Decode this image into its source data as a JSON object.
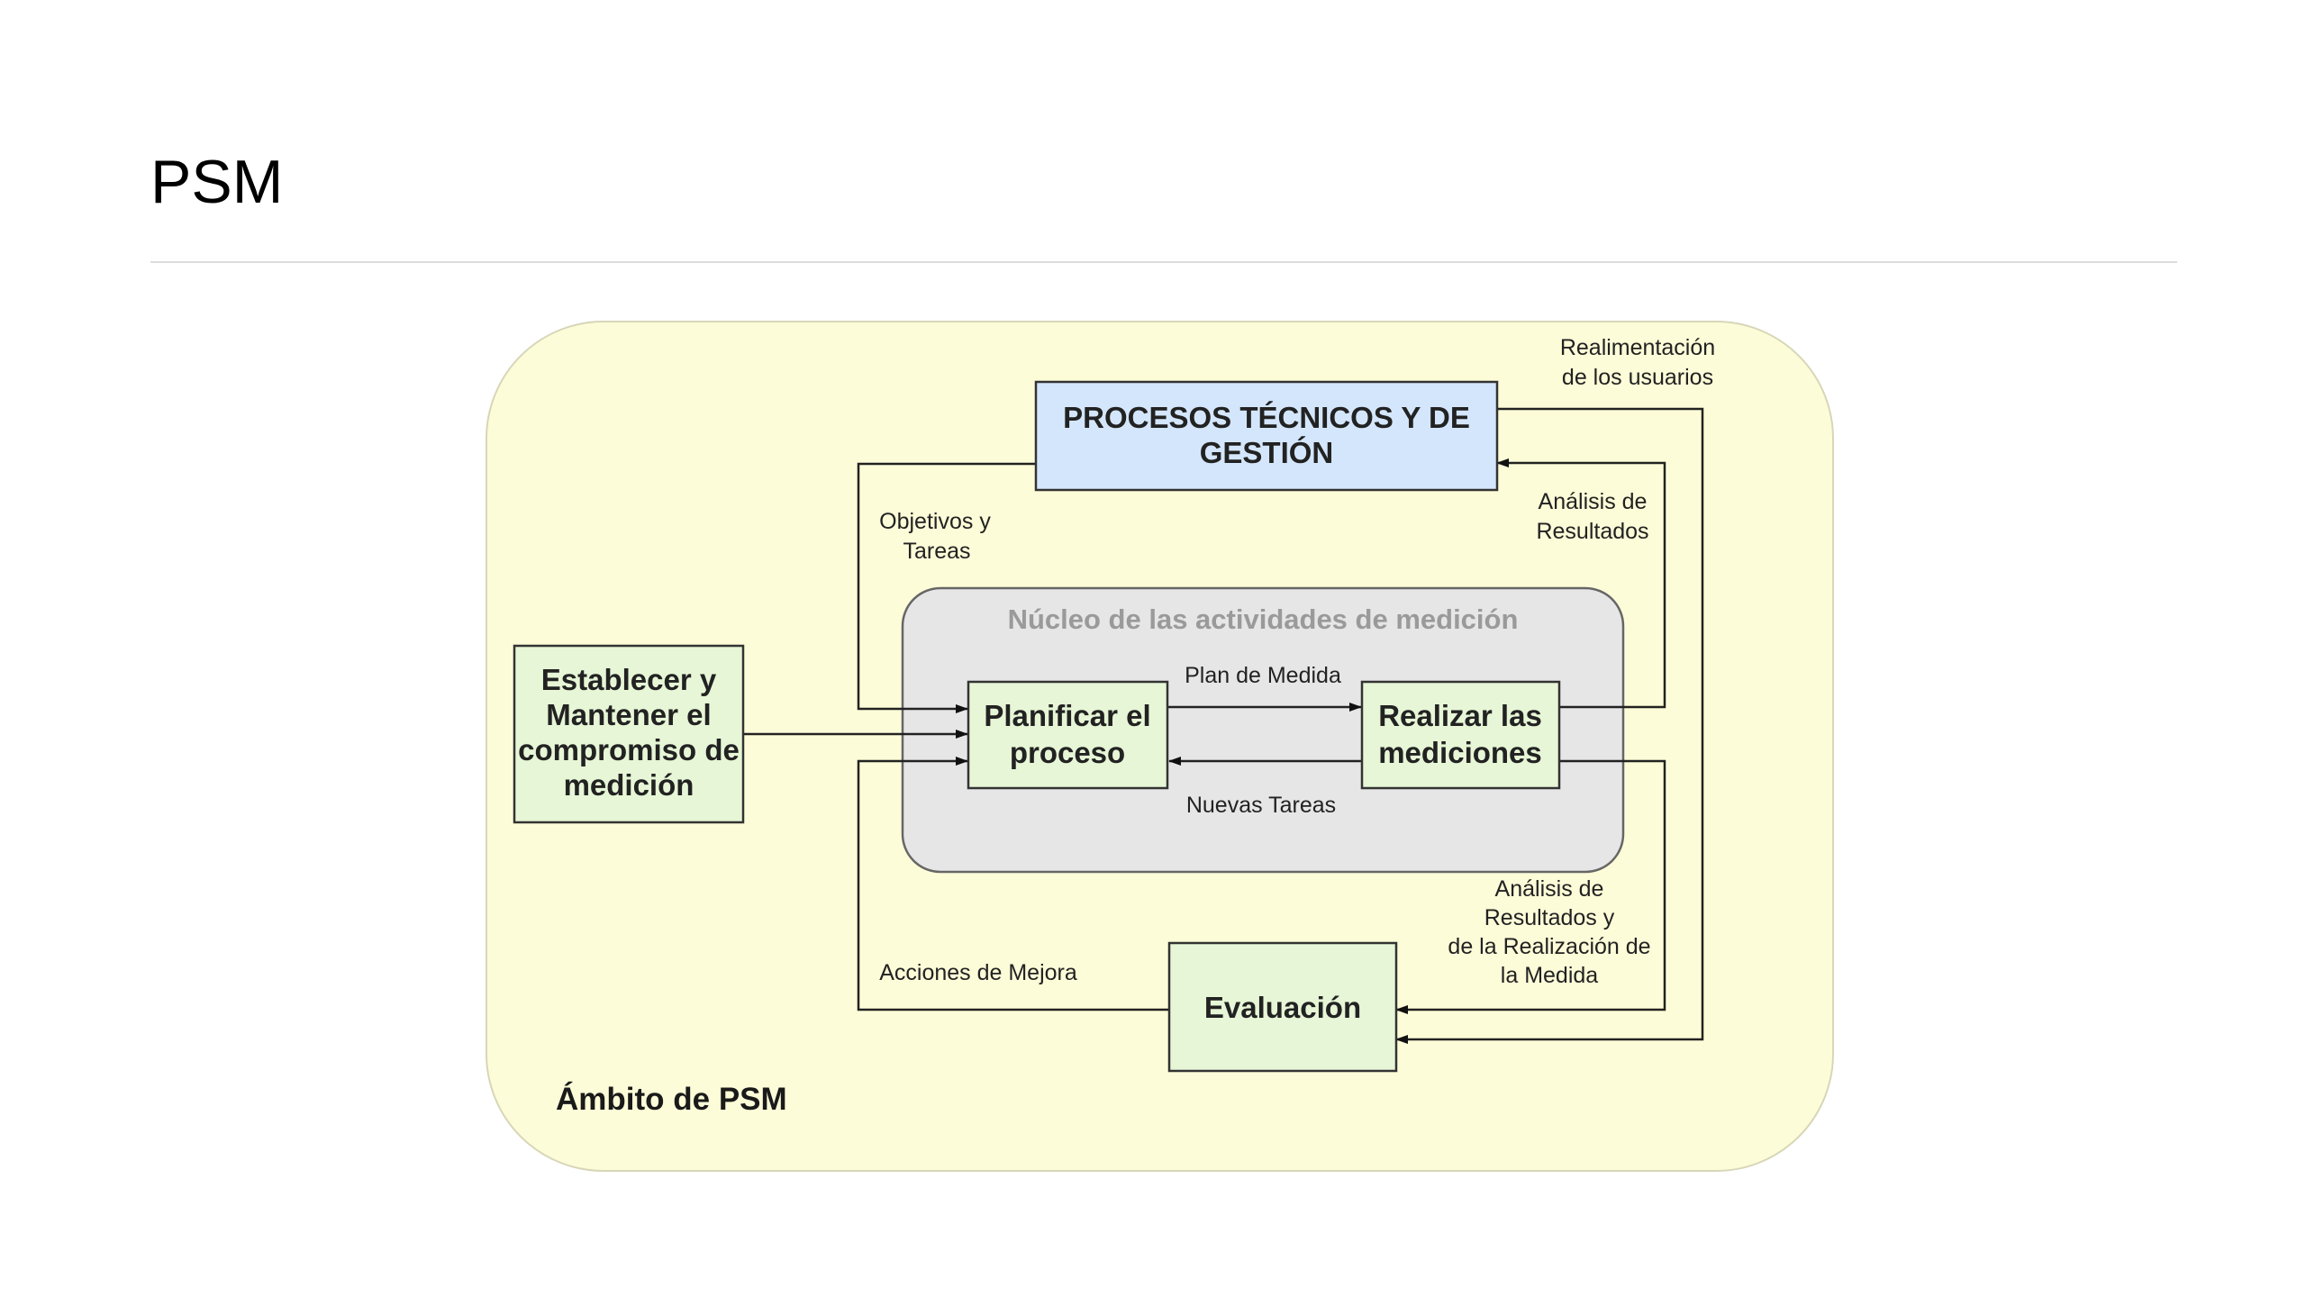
{
  "slide": {
    "title": "PSM"
  },
  "diagram": {
    "scope_label": "Ámbito de PSM",
    "core_label": "Núcleo de las actividades de medición",
    "colors": {
      "scope_fill": "#fdfcd8",
      "core_fill": "#e6e6e6",
      "process_fill": "#d4e6fb",
      "activity_fill": "#e6f6d6"
    },
    "boxes": {
      "procesos": [
        "PROCESOS TÉCNICOS Y DE",
        "GESTIÓN"
      ],
      "establecer": [
        "Establecer y",
        "Mantener el",
        "compromiso de",
        "medición"
      ],
      "planificar": [
        "Planificar el",
        "proceso"
      ],
      "realizar": [
        "Realizar las",
        "mediciones"
      ],
      "evaluacion": [
        "Evaluación"
      ]
    },
    "labels": {
      "realimentacion": [
        "Realimentación",
        "de los usuarios"
      ],
      "objetivos": [
        "Objetivos y",
        "Tareas"
      ],
      "analisis": [
        "Análisis de",
        "Resultados"
      ],
      "plan_medida": "Plan de Medida",
      "nuevas_tareas": "Nuevas Tareas",
      "analisis_realizacion": [
        "Análisis de",
        "Resultados y",
        "de la Realización de",
        "la Medida"
      ],
      "acciones_mejora": "Acciones de Mejora"
    }
  }
}
